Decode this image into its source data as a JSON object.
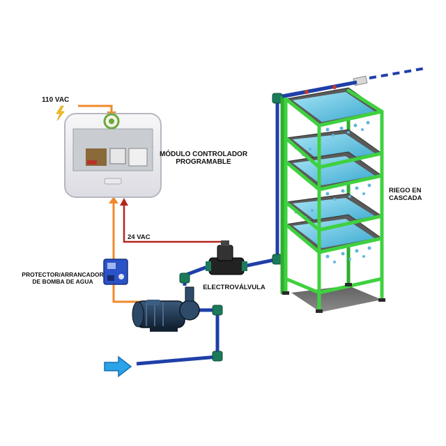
{
  "labels": {
    "power_in": "110 VAC",
    "controller_line1": "MÓDULO CONTROLADOR",
    "controller_line2": "PROGRAMABLE",
    "control_voltage": "24 VAC",
    "protector_line1": "PROTECTOR/ARRANCADOR",
    "protector_line2": "DE BOMBA DE AGUA",
    "valve": "ELECTROVÁLVULA",
    "cascade_line1": "RIEGO EN",
    "cascade_line2": "CASCADA"
  },
  "colors": {
    "water_pipe": "#1f3fa8",
    "power_wire": "#f0892a",
    "control_wire": "#b3261e",
    "frame": "#3fd13f",
    "tray": "#5a5a5a",
    "water": "#7fd3ec",
    "pump": "#1e3650",
    "inlet_arrow": "#2aa3e8"
  },
  "icons": {
    "power": "lightning-icon",
    "inlet": "inlet-arrow-icon"
  }
}
